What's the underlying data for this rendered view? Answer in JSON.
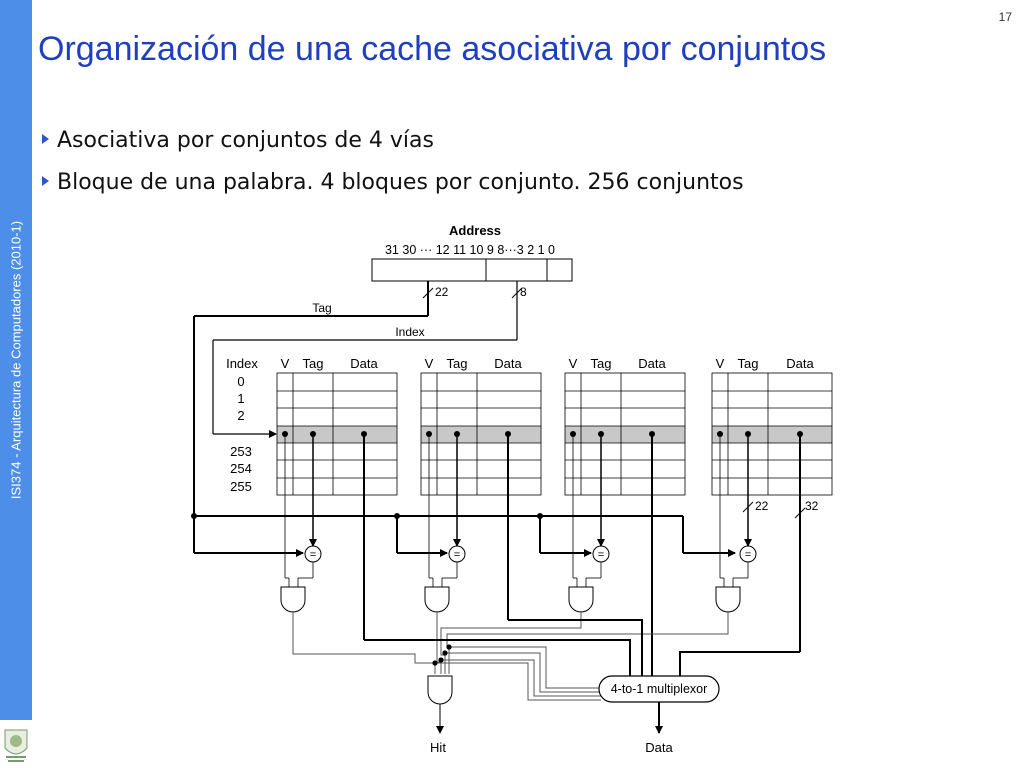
{
  "slide": {
    "page_number": "17",
    "sidebar_text": "ISI374 - Arquitectura de Computadores (2010-1)",
    "title": "Organización de una cache asociativa por conjuntos",
    "bullets": [
      "Asociativa por conjuntos de 4 vías",
      "Bloque de una palabra. 4 bloques por conjunto. 256 conjuntos"
    ]
  },
  "diagram": {
    "address_label": "Address",
    "address_bits": "31 30 ··· 12 11 10 9 8···3 2 1 0",
    "tag_width": "22",
    "index_width": "8",
    "tag_label": "Tag",
    "index_label": "Index",
    "column_index": "Index",
    "column_v": "V",
    "column_tag": "Tag",
    "column_data": "Data",
    "rows": [
      "0",
      "1",
      "2",
      "253",
      "254",
      "255"
    ],
    "compare_symbol": "=",
    "tag_bus_width": "22",
    "data_bus_width": "32",
    "mux_label": "4-to-1 multiplexor",
    "hit_label": "Hit",
    "data_label": "Data"
  }
}
